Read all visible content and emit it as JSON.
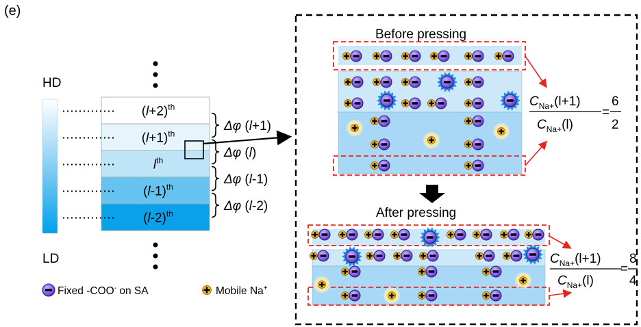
{
  "panel_label": "(e)",
  "gradient": {
    "top_label": "HD",
    "bottom_label": "LD",
    "top_color": "#ffffff",
    "bottom_color": "#00a0ea"
  },
  "layers": [
    {
      "base": "(",
      "italic": "l",
      "rest": "+2)",
      "sup": "th",
      "color": "#ffffff"
    },
    {
      "base": "(",
      "italic": "l",
      "rest": "+1)",
      "sup": "th",
      "color": "#e6f4fc"
    },
    {
      "base": "",
      "italic": "l",
      "rest": "",
      "sup": "th",
      "color": "#bfe4f7"
    },
    {
      "base": "(",
      "italic": "l",
      "rest": "-1)",
      "sup": "th",
      "color": "#66c3ef"
    },
    {
      "base": "(",
      "italic": "l",
      "rest": "-2)",
      "sup": "th",
      "color": "#0aa0ea"
    }
  ],
  "potentials": [
    {
      "symbol": "Δφ",
      "open": " (",
      "italic": "l",
      "rest": "+1)"
    },
    {
      "symbol": "Δφ",
      "open": " (",
      "italic": "l",
      "rest": ")"
    },
    {
      "symbol": "Δφ",
      "open": " (",
      "italic": "l",
      "rest": "-1)"
    },
    {
      "symbol": "Δφ",
      "open": " (",
      "italic": "l",
      "rest": "-2)"
    }
  ],
  "before": {
    "title": "Before pressing",
    "ratio": {
      "num_main": "C",
      "num_sub": "Na+",
      "num_arg": "(l+1)",
      "den_main": "C",
      "den_sub": "Na+",
      "den_arg": "(l)",
      "equals": "=",
      "value_num": "6",
      "value_den": "2"
    }
  },
  "after": {
    "title": "After pressing",
    "ratio": {
      "num_main": "C",
      "num_sub": "Na+",
      "num_arg": "(l+1)",
      "den_main": "C",
      "den_sub": "Na+",
      "den_arg": "(l)",
      "equals": "=",
      "value_num": "8",
      "value_den": "4"
    }
  },
  "legend": [
    {
      "label": "Fixed -COO",
      "sup": "-",
      "suffix": " on SA",
      "icon": "fixed-carboxylate-icon"
    },
    {
      "label": "Mobile Na",
      "sup": "+",
      "suffix": "",
      "icon": "mobile-sodium-icon"
    }
  ],
  "colors": {
    "anion_fill": "#6b46d8",
    "cation_fill": "#f2b81c",
    "burst": "#1b8fe6",
    "dashed_red": "#e8261c",
    "layer_light": "#cde8f8",
    "layer_mid": "#a8d8f5"
  }
}
